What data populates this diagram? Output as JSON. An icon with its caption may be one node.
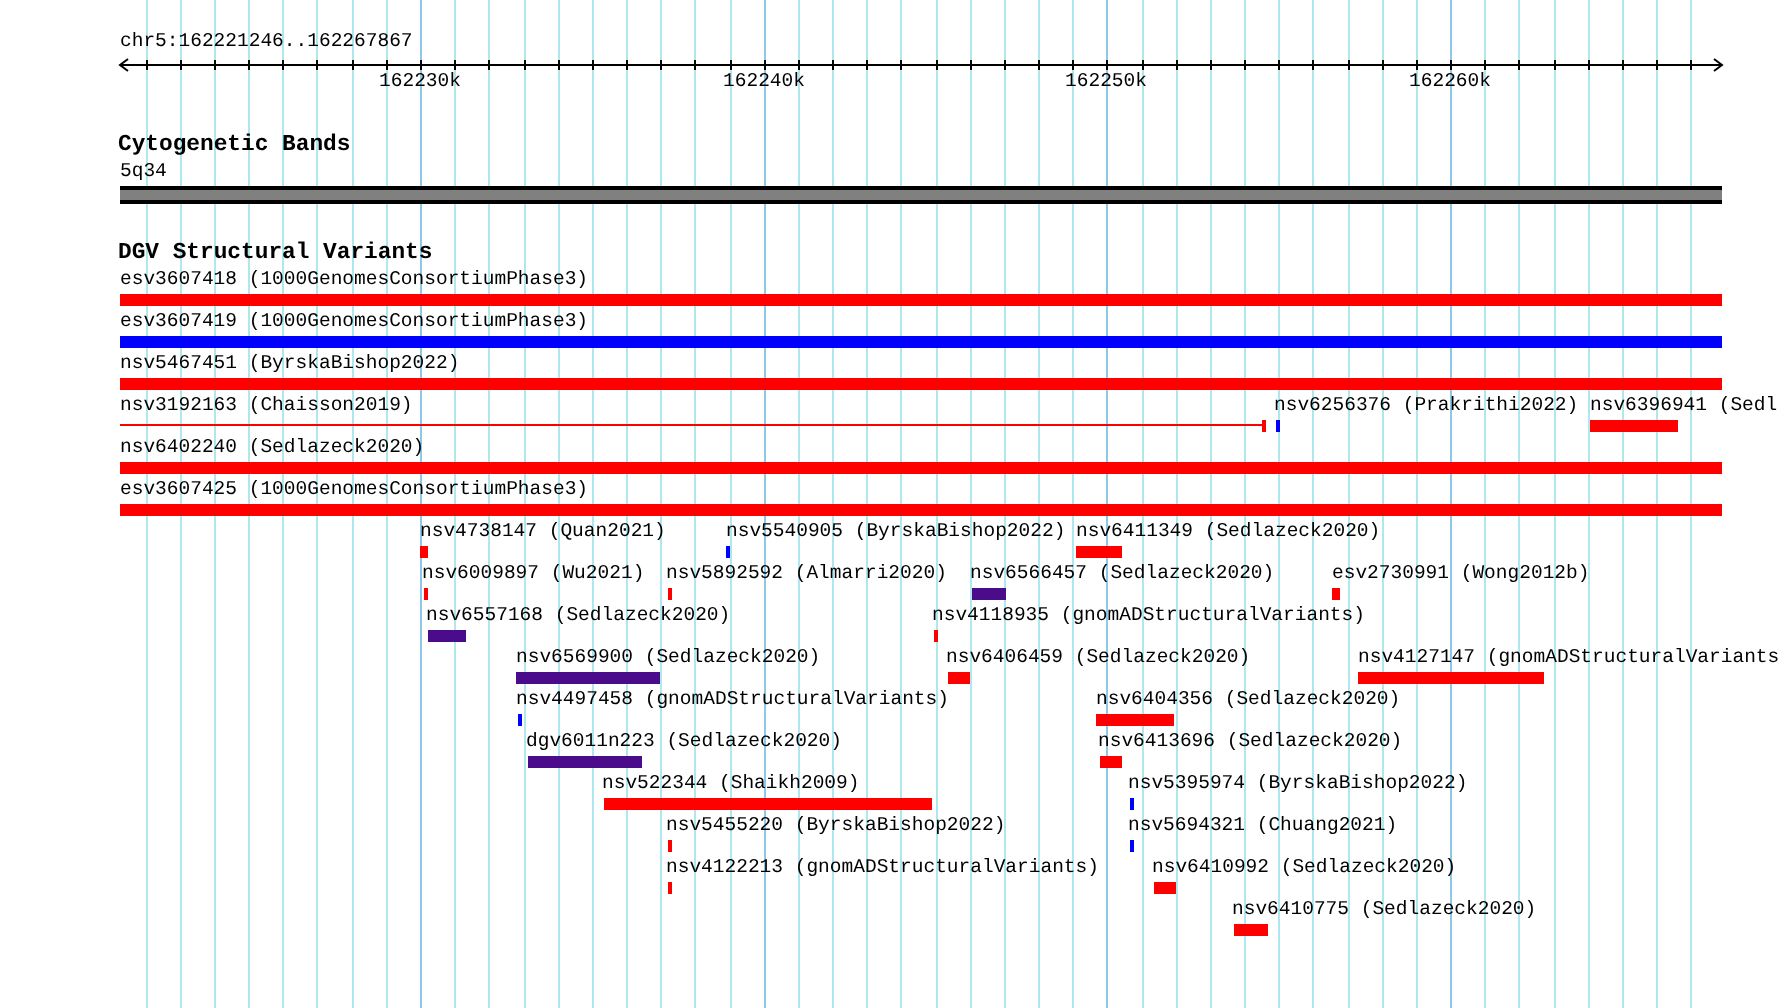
{
  "diagram": {
    "nodes": [
      {
        "text": [
          "5q34"
        ]
      },
      {
        "text": [
          "esv3607418 (1000GenomesConsortiumPhase3)"
        ]
      },
      {
        "text": [
          "esv3607419 (1000GenomesConsortiumPhase3)"
        ]
      },
      {
        "text": [
          "nsv5467451 (ByrskaBishop2022)"
        ]
      },
      {
        "text": [
          "nsv3192163 (Chaisson2019)"
        ]
      },
      {
        "text": [
          "nsv6256376 (Prakrithi2022)"
        ]
      },
      {
        "text": [
          "nsv6396941 (Sedl"
        ]
      },
      {
        "text": [
          "nsv6402240 (Sedlazeck2020)"
        ]
      },
      {
        "text": [
          "esv3607425 (1000GenomesConsortiumPhase3)"
        ]
      },
      {
        "text": [
          "nsv4738147 (Quan2021)"
        ]
      },
      {
        "text": [
          "nsv5540905 (ByrskaBishop2022)"
        ]
      },
      {
        "text": [
          "nsv6411349 (Sedlazeck2020)"
        ]
      },
      {
        "text": [
          "nsv6009897 (Wu2021)"
        ]
      },
      {
        "text": [
          "nsv5892592 (Almarri2020)"
        ]
      },
      {
        "text": [
          "nsv6566457 (Sedlazeck2020)"
        ]
      },
      {
        "text": [
          "esv2730991 (Wong2012b)"
        ]
      },
      {
        "text": [
          "nsv6557168 (Sedlazeck2020)"
        ]
      },
      {
        "text": [
          "nsv4118935 (gnomADStructuralVariants)"
        ]
      },
      {
        "text": [
          "nsv6569900 (Sedlazeck2020)"
        ]
      },
      {
        "text": [
          "nsv6406459 (Sedlazeck2020)"
        ]
      },
      {
        "text": [
          "nsv4127147 (gnomADStructuralVariants"
        ]
      },
      {
        "text": [
          "nsv4497458 (gnomADStructuralVariants)"
        ]
      },
      {
        "text": [
          "nsv6404356 (Sedlazeck2020)"
        ]
      },
      {
        "text": [
          "dgv6011n223 (Sedlazeck2020)"
        ]
      },
      {
        "text": [
          "nsv6413696 (Sedlazeck2020)"
        ]
      },
      {
        "text": [
          "nsv522344 (Shaikh2009)"
        ]
      },
      {
        "text": [
          "nsv5395974 (ByrskaBishop2022)"
        ]
      },
      {
        "text": [
          "nsv5455220 (ByrskaBishop2022)"
        ]
      },
      {
        "text": [
          "nsv5694321 (Chuang2021)"
        ]
      },
      {
        "text": [
          "nsv4122213 (gnomADStructuralVariants)"
        ]
      },
      {
        "text": [
          "nsv6410992 (Sedlazeck2020)"
        ]
      },
      {
        "text": [
          "nsv6410775 (Sedlazeck2020)"
        ]
      }
    ],
    "labels": [
      "chr5:162221246..162267867",
      "162230k",
      "162240k",
      "162250k",
      "162260k",
      "Cytogenetic Bands",
      "DGV Structural Variants"
    ]
  }
}
